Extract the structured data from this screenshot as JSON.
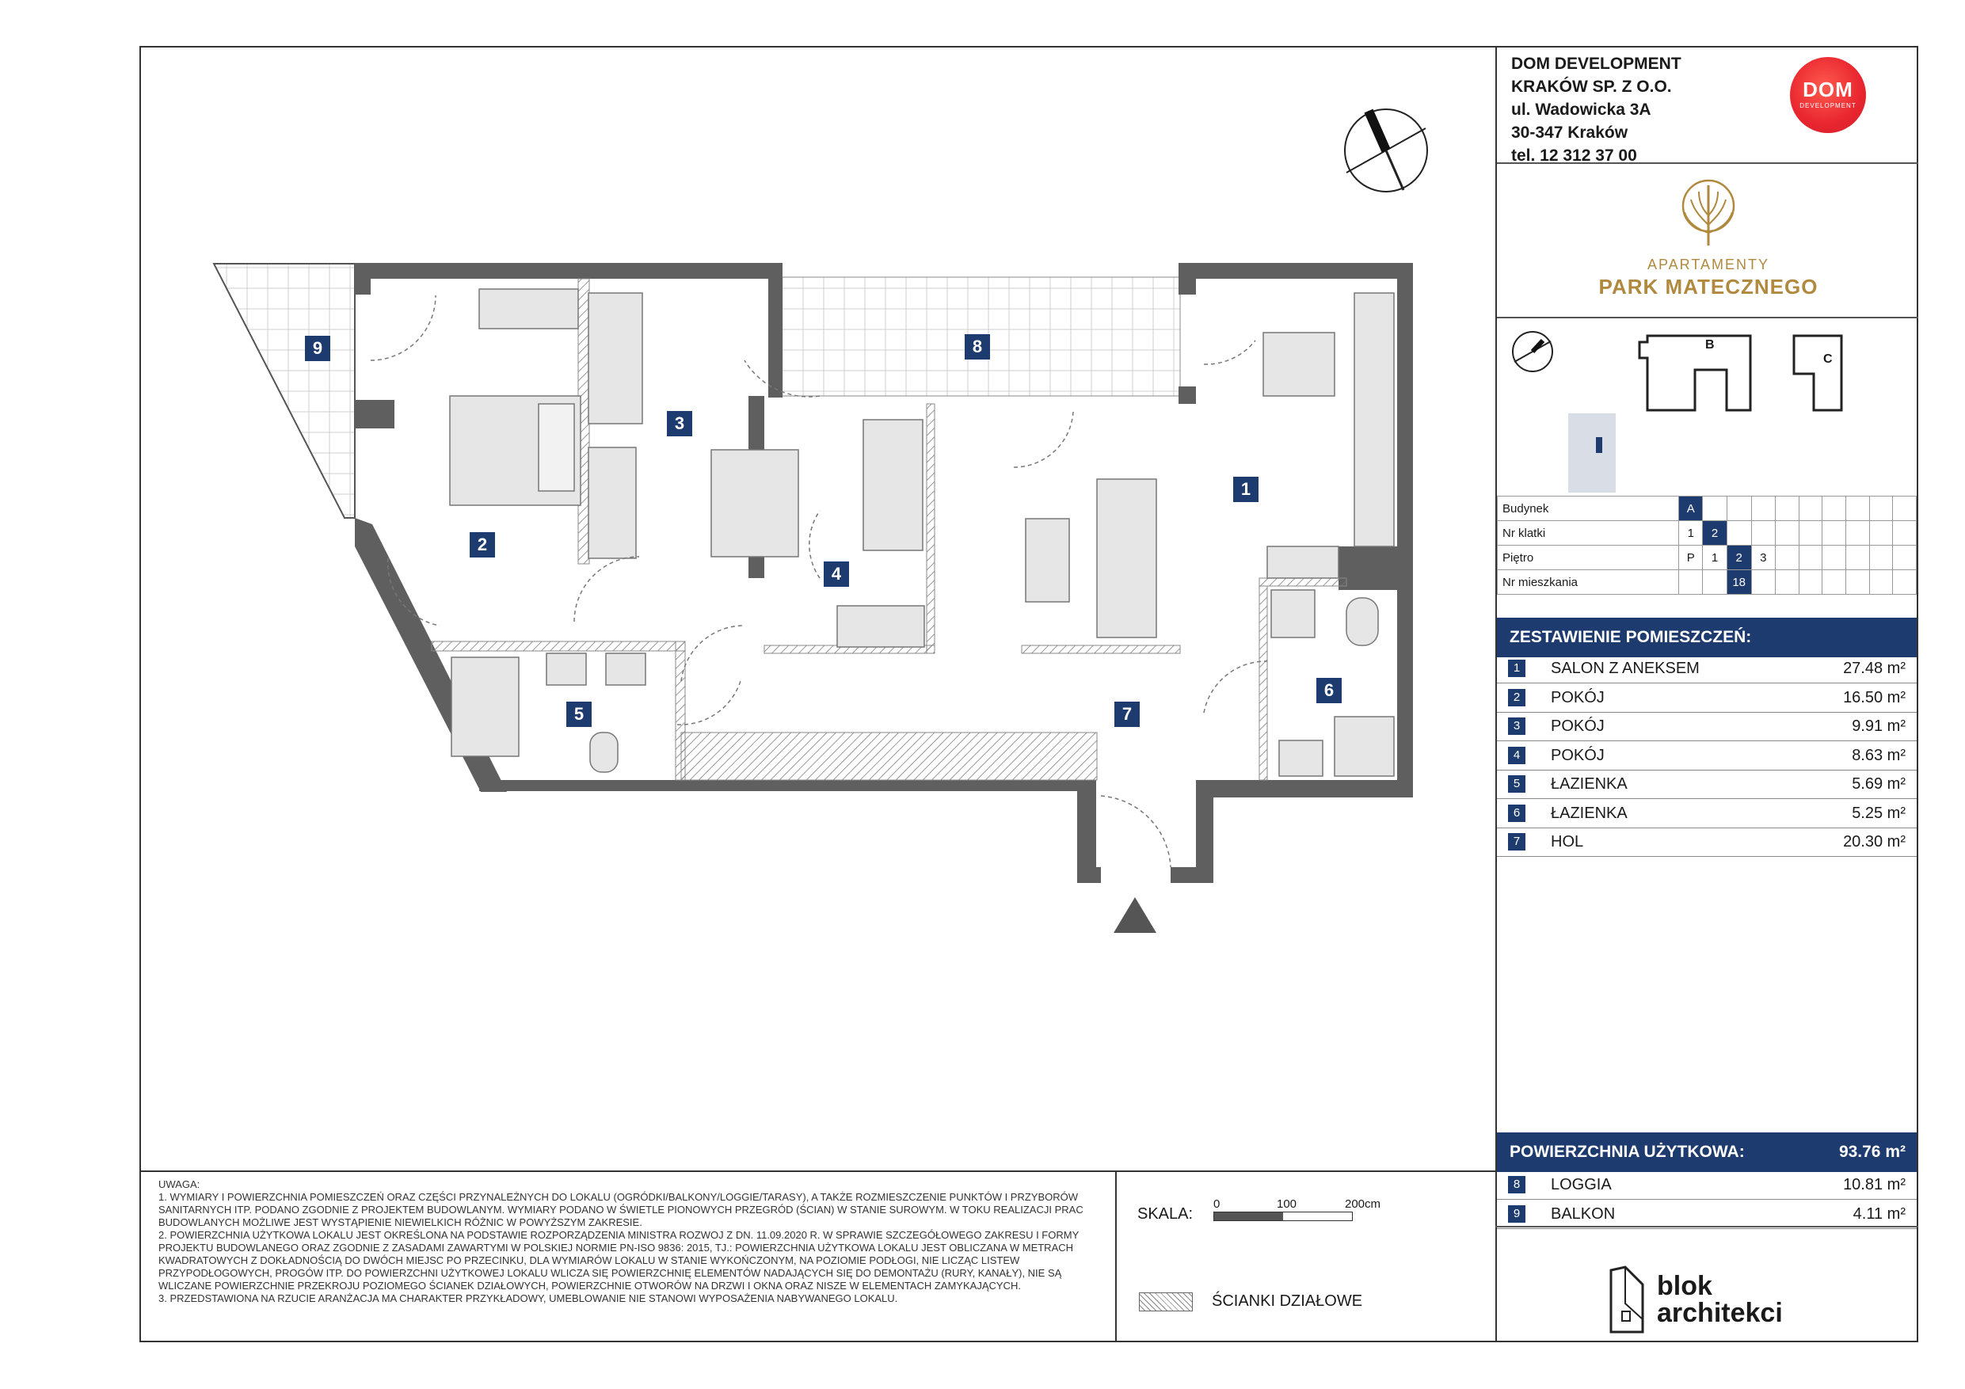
{
  "company": {
    "name1": "DOM DEVELOPMENT",
    "name2": "KRAKÓW SP. Z O.O.",
    "address1": "ul. Wadowicka 3A",
    "address2": "30-347 Kraków",
    "phone": "tel. 12 312 37 00"
  },
  "dom_logo": {
    "big": "DOM",
    "small": "DEVELOPMENT"
  },
  "project_brand": {
    "line1": "APARTAMENTY",
    "line2": "PARK MATECZNEGO"
  },
  "key_plan": {
    "building_b": "B",
    "building_c": "C"
  },
  "info_table": {
    "rows": [
      {
        "label": "Budynek",
        "cells": [
          "A",
          "",
          "",
          "",
          "",
          "",
          "",
          "",
          "",
          ""
        ],
        "highlight": 0
      },
      {
        "label": "Nr klatki",
        "cells": [
          "1",
          "2",
          "",
          "",
          "",
          "",
          "",
          "",
          "",
          ""
        ],
        "highlight": 1
      },
      {
        "label": "Piętro",
        "cells": [
          "P",
          "1",
          "2",
          "3",
          "",
          "",
          "",
          "",
          "",
          ""
        ],
        "highlight": 2
      },
      {
        "label": "Nr mieszkania",
        "cells": [
          "",
          "",
          "18",
          "",
          "",
          "",
          "",
          "",
          "",
          ""
        ],
        "highlight": 2
      }
    ]
  },
  "rooms_header": "ZESTAWIENIE POMIESZCZEŃ:",
  "rooms": [
    {
      "num": "1",
      "name": "SALON  Z ANEKSEM",
      "area": "27.48 m²"
    },
    {
      "num": "2",
      "name": "POKÓJ",
      "area": "16.50 m²"
    },
    {
      "num": "3",
      "name": "POKÓJ",
      "area": "9.91 m²"
    },
    {
      "num": "4",
      "name": "POKÓJ",
      "area": "8.63 m²"
    },
    {
      "num": "5",
      "name": "ŁAZIENKA",
      "area": "5.69 m²"
    },
    {
      "num": "6",
      "name": "ŁAZIENKA",
      "area": "5.25 m²"
    },
    {
      "num": "7",
      "name": "HOL",
      "area": "20.30 m²"
    }
  ],
  "usable_area": {
    "label": "POWIERZCHNIA UŻYTKOWA:",
    "value": "93.76 m²"
  },
  "extras": [
    {
      "num": "8",
      "name": "LOGGIA",
      "area": "10.81 m²"
    },
    {
      "num": "9",
      "name": "BALKON",
      "area": "4.11 m²"
    }
  ],
  "notes": {
    "title": "UWAGA:",
    "items": [
      "1. WYMIARY I POWIERZCHNIA POMIESZCZEŃ ORAZ CZĘŚCI PRZYNALEŻNYCH DO LOKALU (OGRÓDKI/BALKONY/LOGGIE/TARASY), A TAKŻE ROZMIESZCZENIE PUNKTÓW I PRZYBORÓW SANITARNYCH ITP. PODANO ZGODNIE Z PROJEKTEM BUDOWLANYM. WYMIARY PODANO W ŚWIETLE PIONOWYCH PRZEGRÓD (ŚCIAN) W STANIE SUROWYM. W TOKU REALIZACJI PRAC BUDOWLANYCH MOŻLIWE JEST WYSTĄPIENIE NIEWIELKICH RÓŻNIC W POWYŻSZYM ZAKRESIE.",
      "2. POWIERZCHNIA UŻYTKOWA LOKALU JEST OKREŚLONA NA PODSTAWIE ROZPORZĄDZENIA MINISTRA ROZWOJ Z DN. 11.09.2020 R. W SPRAWIE SZCZEGÓŁOWEGO ZAKRESU I FORMY PROJEKTU BUDOWLANEGO ORAZ ZGODNIE Z ZASADAMI ZAWARTYMI W POLSKIEJ NORMIE PN-ISO 9836: 2015, TJ.: POWIERZCHNIA UŻYTKOWA LOKALU JEST OBLICZANA W METRACH KWADRATOWYCH Z DOKŁADNOŚCIĄ DO DWÓCH MIEJSC PO PRZECINKU, DLA WYMIARÓW LOKALU W STANIE WYKOŃCZONYM, NA POZIOMIE PODŁOGI, NIE LICZĄC LISTEW PRZYPODŁOGOWYCH, PROGÓW ITP. DO POWIERZCHNI UŻYTKOWEJ LOKALU WLICZA SIĘ POWIERZCHNIĘ ELEMENTÓW NADAJĄCYCH SIĘ DO DEMONTAŻU (RURY, KANAŁY), NIE SĄ WLICZANE POWIERZCHNIE PRZEKROJU POZIOMEGO ŚCIANEK DZIAŁOWYCH, POWIERZCHNIE OTWORÓW NA DRZWI I OKNA ORAZ NISZE W ELEMENTACH ZAMYKAJĄCYCH.",
      "3. PRZEDSTAWIONA NA RZUCIE ARANŻACJA MA CHARAKTER PRZYKŁADOWY, UMEBLOWANIE NIE STANOWI WYPOSAŻENIA NABYWANEGO LOKALU."
    ]
  },
  "scale": {
    "label": "SKALA:",
    "t0": "0",
    "t1": "100",
    "t2": "200cm"
  },
  "legend": {
    "partition_walls": "ŚCIANKI DZIAŁOWE"
  },
  "architect": {
    "line1": "blok",
    "line2": "architekci"
  },
  "plan_labels": [
    "1",
    "2",
    "3",
    "4",
    "5",
    "6",
    "7",
    "8",
    "9"
  ],
  "colors": {
    "navy": "#1d3b6e",
    "wall": "#5f5f5f",
    "gold": "#b0893e",
    "dom_red": "#e8262f"
  }
}
